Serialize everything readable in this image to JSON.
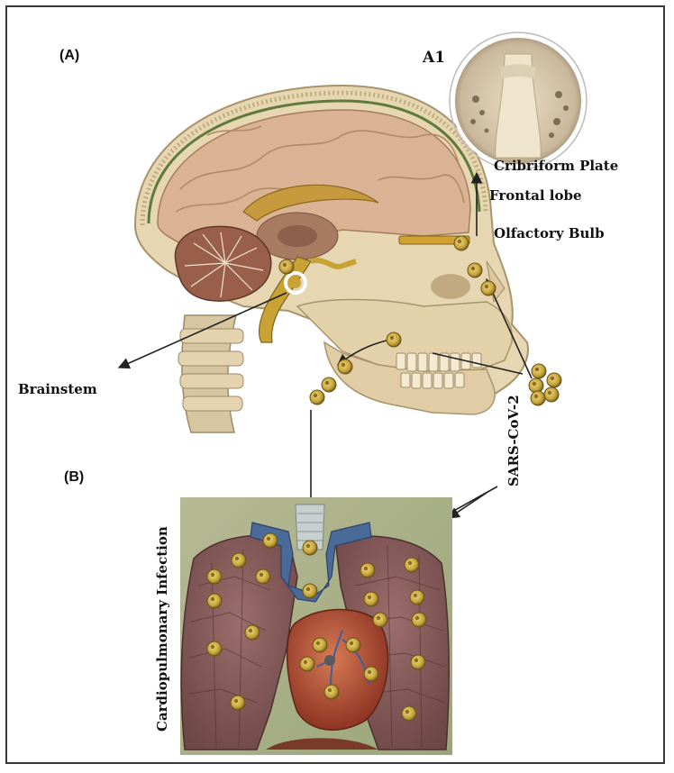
{
  "panel_a_label": "(A)",
  "panel_b_label": "(B)",
  "inset_label": "A1",
  "labels": {
    "cribriform": "Cribriform Plate",
    "frontal": "Frontal lobe",
    "olfactory": "Olfactory Bulb",
    "brainstem": "Brainstem",
    "virus": "SARS-CoV-2",
    "infection": "Cardiopulmonary Infection"
  },
  "colors": {
    "brain": "#d9b393",
    "skull": "#e6d5b0",
    "virus": "#c4a43a",
    "lung": "#8c5e5e",
    "heart": "#b5523c",
    "vessel": "#4a6a9a",
    "nerve": "#c9a235",
    "background_lung": "#a8b08a"
  }
}
